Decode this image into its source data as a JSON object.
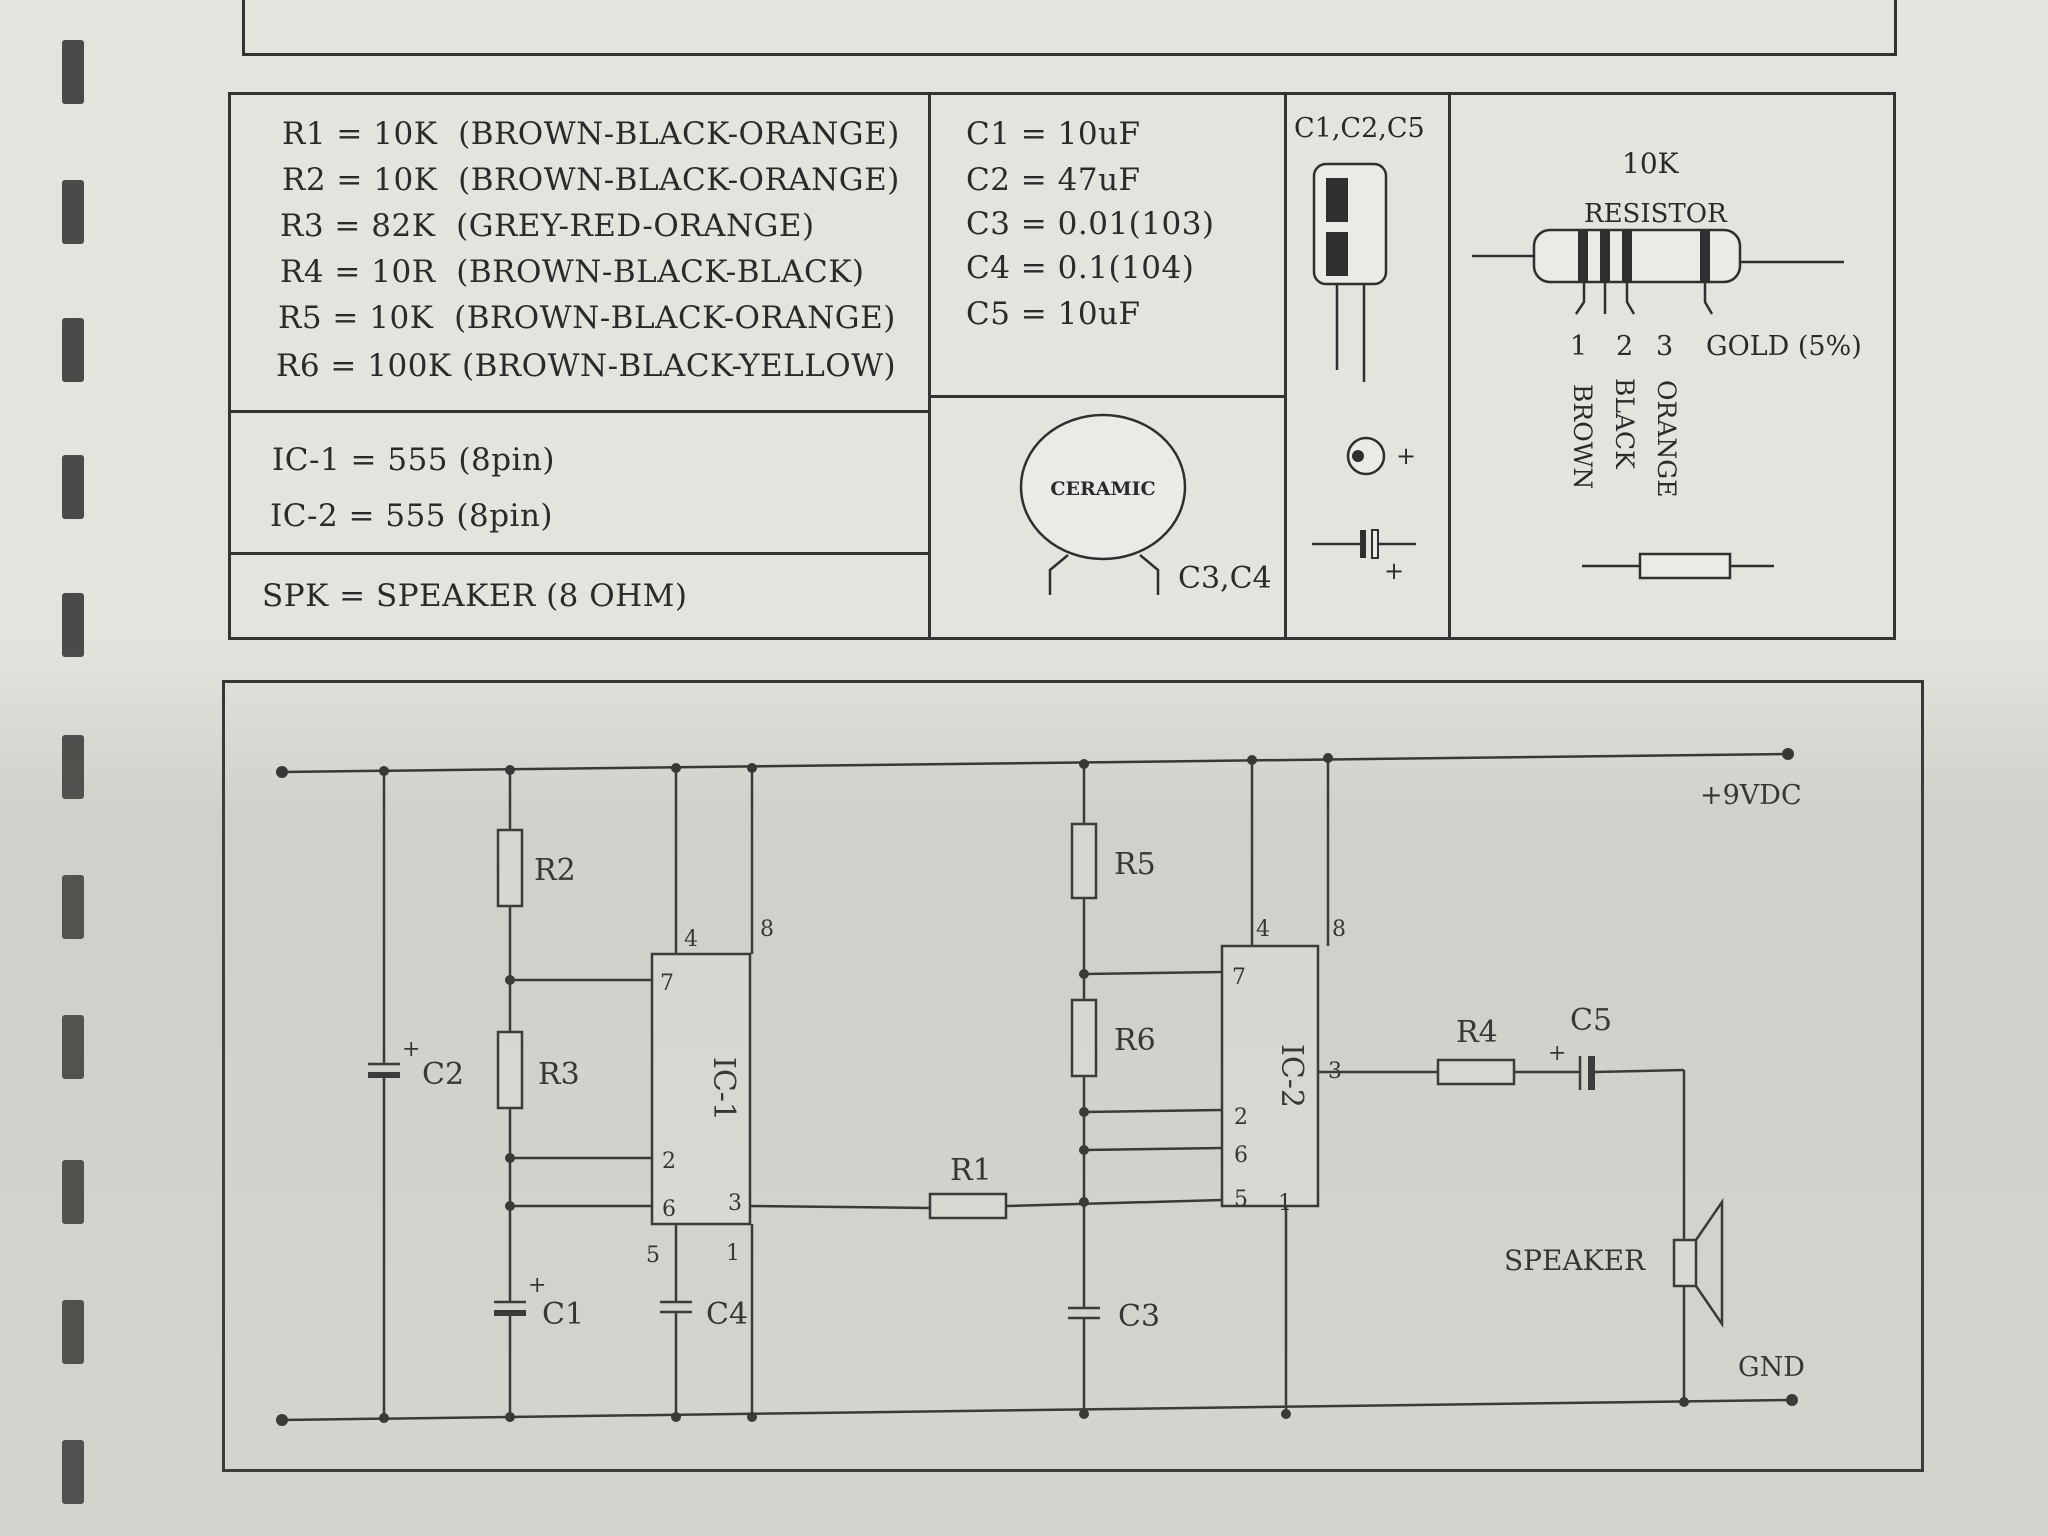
{
  "parts_list": {
    "resistors": [
      {
        "name": "R1",
        "value": "10K",
        "colors": "(BROWN-BLACK-ORANGE)"
      },
      {
        "name": "R2",
        "value": "10K",
        "colors": "(BROWN-BLACK-ORANGE)"
      },
      {
        "name": "R3",
        "value": "82K",
        "colors": "(GREY-RED-ORANGE)"
      },
      {
        "name": "R4",
        "value": "10R",
        "colors": "(BROWN-BLACK-BLACK)"
      },
      {
        "name": "R5",
        "value": "10K",
        "colors": "(BROWN-BLACK-ORANGE)"
      },
      {
        "name": "R6",
        "value": "100K",
        "colors": "(BROWN-BLACK-YELLOW)"
      }
    ],
    "ics": [
      {
        "name": "IC-1",
        "value": "555",
        "package": "(8pin)"
      },
      {
        "name": "IC-2",
        "value": "555",
        "package": "(8pin)"
      }
    ],
    "speaker": {
      "name": "SPK",
      "value": "SPEAKER",
      "spec": "(8 OHM)"
    },
    "capacitors": [
      {
        "name": "C1",
        "value": "10uF"
      },
      {
        "name": "C2",
        "value": "47uF"
      },
      {
        "name": "C3",
        "value": "0.01(103)"
      },
      {
        "name": "C4",
        "value": "0.1(104)"
      },
      {
        "name": "C5",
        "value": "10uF"
      }
    ],
    "ceramic": {
      "body_text": "CERAMIC",
      "label": "C3,C4"
    },
    "electrolytic": {
      "label": "C1,C2,C5",
      "plus": "+"
    },
    "resistor_guide": {
      "value": "10K",
      "title": "RESISTOR",
      "band_numbers": [
        "1",
        "2",
        "3"
      ],
      "gold": "GOLD (5%)",
      "band_colors": [
        "BROWN",
        "BLACK",
        "ORANGE"
      ]
    }
  },
  "schematic": {
    "supply": "+9VDC",
    "ground": "GND",
    "ic1": "IC-1",
    "ic2": "IC-2",
    "r1": "R1",
    "r2": "R2",
    "r3": "R3",
    "r4": "R4",
    "r5": "R5",
    "r6": "R6",
    "c1": "C1",
    "c2": "C2",
    "c3": "C3",
    "c4": "C4",
    "c5": "C5",
    "speaker": "SPEAKER",
    "plus": "+",
    "pins": {
      "ic1_4": "4",
      "ic1_8": "8",
      "ic1_7": "7",
      "ic1_2": "2",
      "ic1_6": "6",
      "ic1_3": "3",
      "ic1_5": "5",
      "ic1_1": "1",
      "ic2_4": "4",
      "ic2_8": "8",
      "ic2_7": "7",
      "ic2_2": "2",
      "ic2_6": "6",
      "ic2_5": "5",
      "ic2_3": "3",
      "ic2_1": "1"
    }
  }
}
